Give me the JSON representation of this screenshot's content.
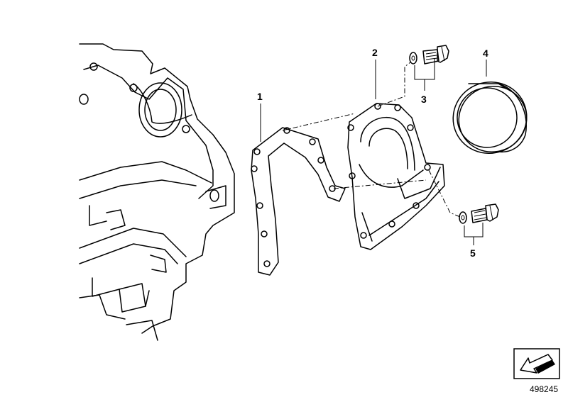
{
  "callouts": [
    {
      "id": "1",
      "label": "1"
    },
    {
      "id": "2",
      "label": "2"
    },
    {
      "id": "3",
      "label": "3"
    },
    {
      "id": "4",
      "label": "4"
    },
    {
      "id": "5",
      "label": "5"
    }
  ],
  "diagram_number": "498245",
  "colors": {
    "line": "#000000",
    "background": "#ffffff"
  },
  "icons": {
    "nav": "arrow-down-left-icon"
  }
}
